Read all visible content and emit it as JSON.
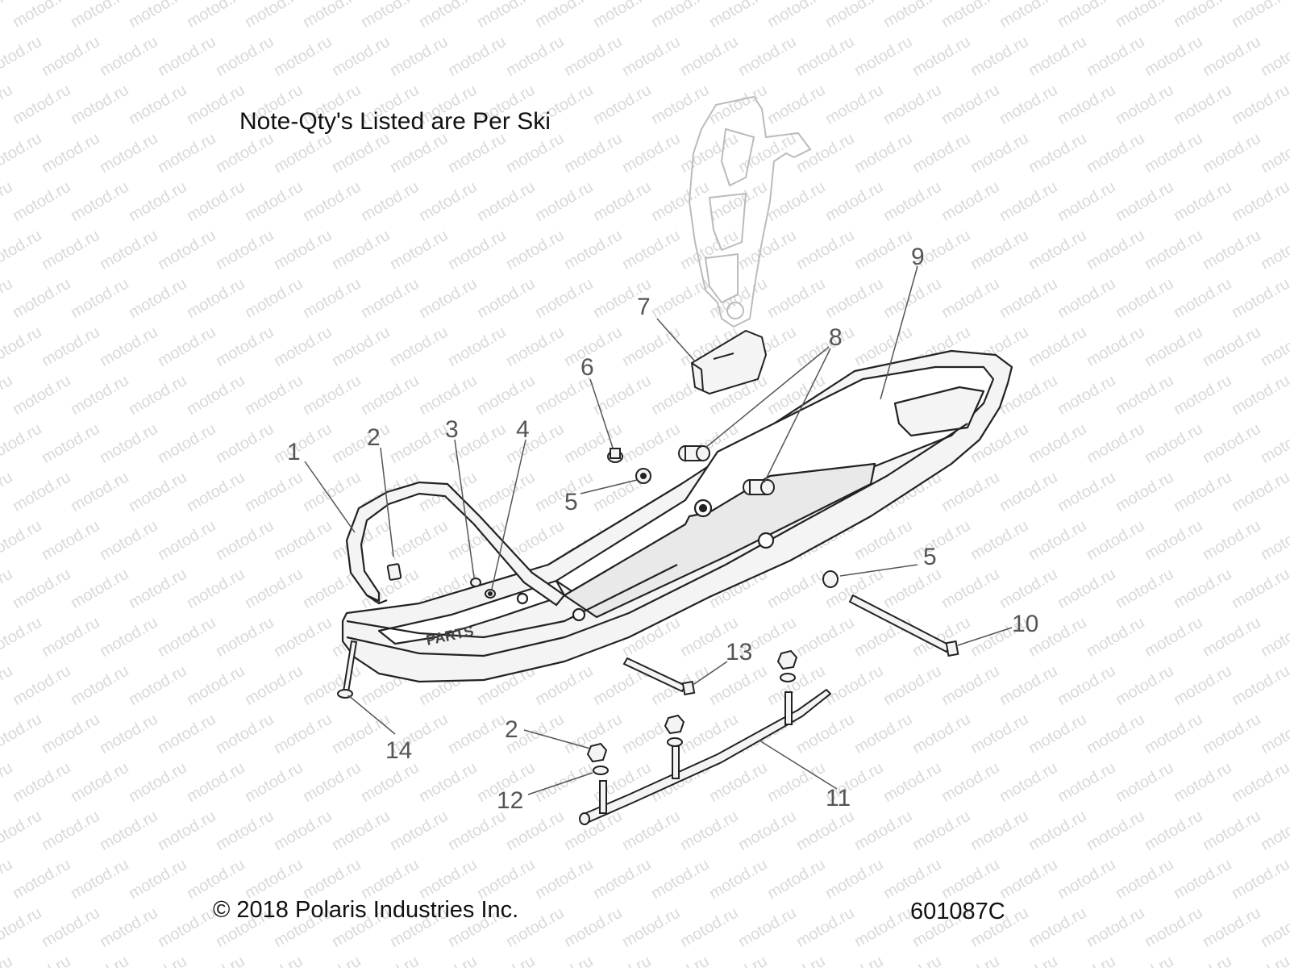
{
  "note": "Note-Qty's Listed are Per Ski",
  "copyright": "© 2018 Polaris Industries Inc.",
  "diagram_code": "601087C",
  "watermark_text": "motod.ru",
  "ski_decal": "PARTS",
  "callouts": [
    {
      "id": "c1",
      "label": "1"
    },
    {
      "id": "c2a",
      "label": "2"
    },
    {
      "id": "c3",
      "label": "3"
    },
    {
      "id": "c4",
      "label": "4"
    },
    {
      "id": "c5a",
      "label": "5"
    },
    {
      "id": "c6",
      "label": "6"
    },
    {
      "id": "c7",
      "label": "7"
    },
    {
      "id": "c8",
      "label": "8"
    },
    {
      "id": "c9",
      "label": "9"
    },
    {
      "id": "c5b",
      "label": "5"
    },
    {
      "id": "c10",
      "label": "10"
    },
    {
      "id": "c13",
      "label": "13"
    },
    {
      "id": "c2b",
      "label": "2"
    },
    {
      "id": "c12",
      "label": "12"
    },
    {
      "id": "c11",
      "label": "11"
    },
    {
      "id": "c14",
      "label": "14"
    }
  ],
  "colors": {
    "line": "#222222",
    "callout": "#555555",
    "part_fill": "#f4f4f4",
    "ghost": "#bbbbbb"
  }
}
